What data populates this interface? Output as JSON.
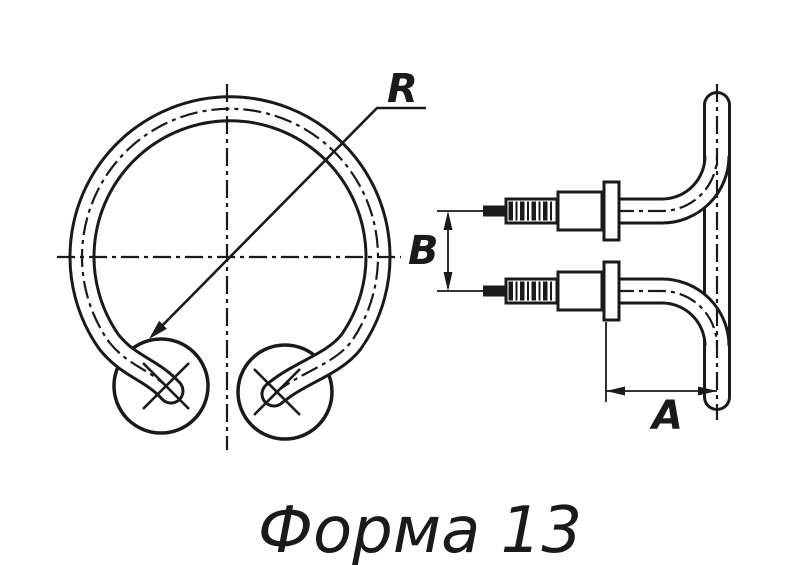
{
  "drawing": {
    "caption": "Форма 13",
    "colors": {
      "line": "#1a1a1a",
      "background": "#ffffff"
    },
    "front_view": {
      "radius_label": "R"
    },
    "side_view": {
      "pin_pitch_label": "B",
      "offset_label": "A"
    }
  }
}
